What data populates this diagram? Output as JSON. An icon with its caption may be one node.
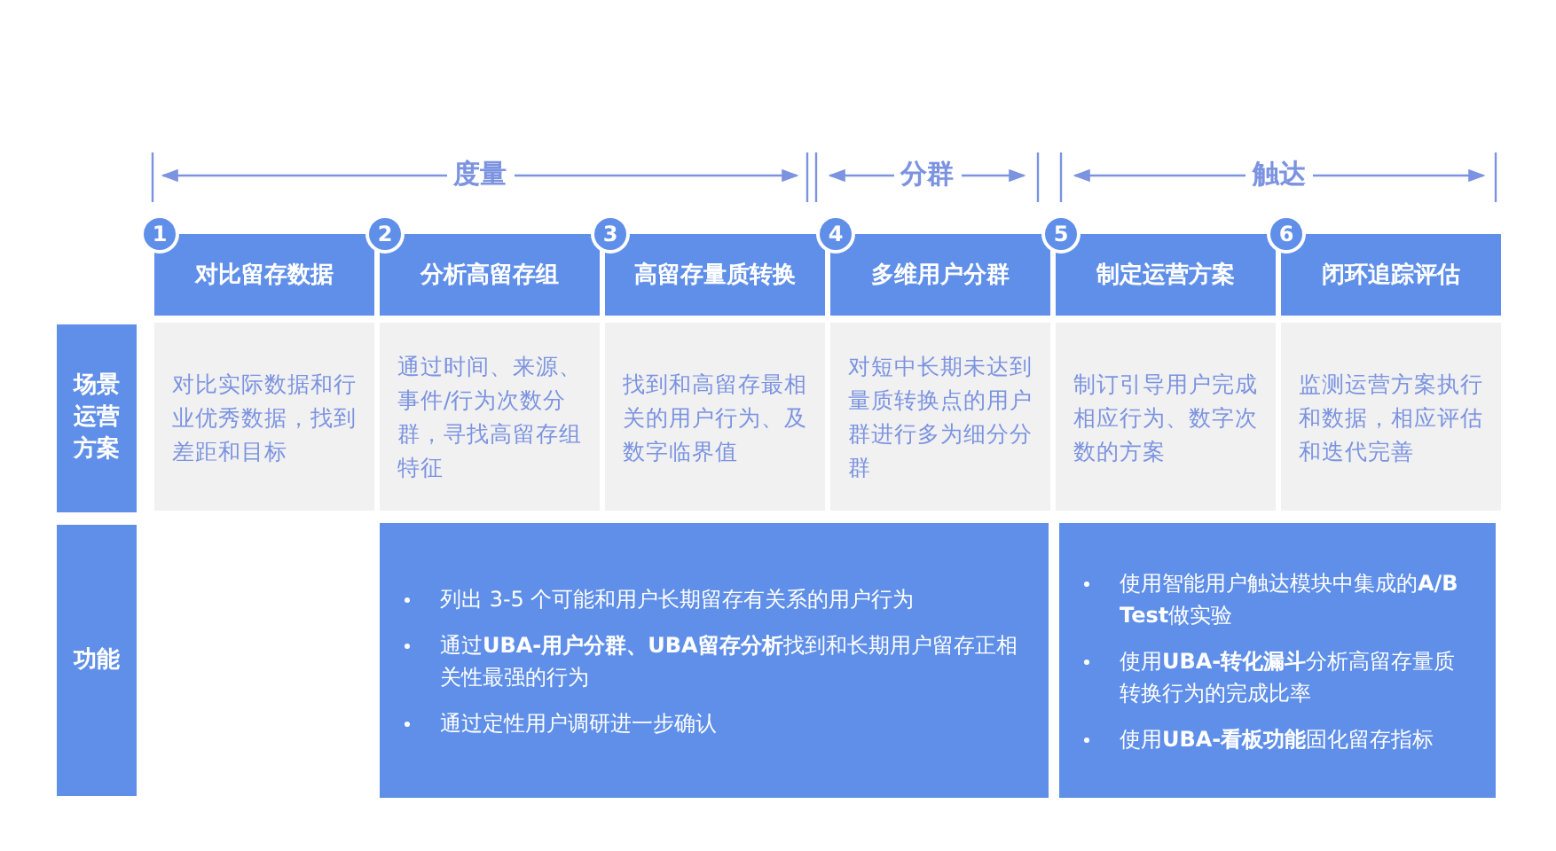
{
  "diagram": {
    "nodes": [
      {
        "text": [
          "场景运营方案"
        ]
      },
      {
        "text": [
          "功能"
        ]
      },
      {
        "text": [
          "对比留存数据"
        ]
      },
      {
        "text": [
          "分析高留存组"
        ]
      },
      {
        "text": [
          "高留存量质转换"
        ]
      },
      {
        "text": [
          "多维用户分群"
        ]
      },
      {
        "text": [
          "制定运营方案"
        ]
      },
      {
        "text": [
          "闭环追踪评估"
        ]
      },
      {
        "text": [
          "1"
        ]
      },
      {
        "text": [
          "2"
        ]
      },
      {
        "text": [
          "3"
        ]
      },
      {
        "text": [
          "4"
        ]
      },
      {
        "text": [
          "5"
        ]
      },
      {
        "text": [
          "6"
        ]
      },
      {
        "text": [
          "对比实际数据和行业优秀数据，找到差距和目标"
        ]
      },
      {
        "text": [
          "通过时间、来源、事件/行为次数分群，寻找高留存组特征"
        ]
      },
      {
        "text": [
          "找到和高留存最相关的用户行为、及数字临界值"
        ]
      },
      {
        "text": [
          "对短中长期未达到量质转换点的用户群进行多为细分分群"
        ]
      },
      {
        "text": [
          "制订引导用户完成相应行为、数字次数的方案"
        ]
      },
      {
        "text": [
          "监测运营方案执行和数据，相应评估和迭代完善"
        ]
      },
      {
        "text": [
          "列出 3-5 个可能和用户长期留存有关系的用户行为",
          "通过**UBA-用户分群、UBA留存分析**找到和长期用户留存正相关性最强的行为",
          "通过定性用户调研进一步确认"
        ]
      },
      {
        "text": [
          "使用智能用户触达模块中集成的**A/B Test**做实验",
          "使用**UBA-转化漏斗**分析高留存量质转换行为的完成比率",
          "使用**UBA-看板功能**固化留存指标"
        ]
      }
    ],
    "labels": [
      "度量",
      "分群",
      "触达"
    ]
  }
}
